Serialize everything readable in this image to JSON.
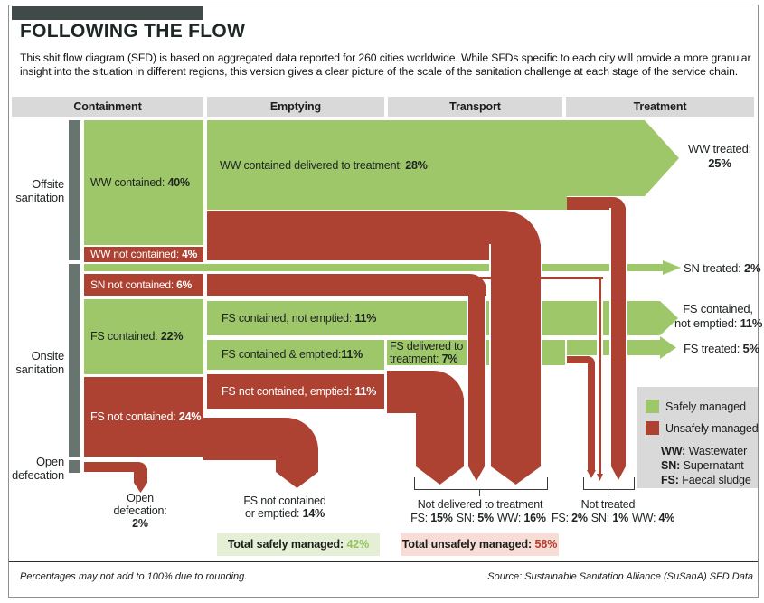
{
  "colors": {
    "green": "#9ec76a",
    "red": "#ad4132",
    "dark": "#404b49",
    "grey": "#d9d9d9",
    "sidebar": "#68746f",
    "safe_bg": "#e4efd5",
    "unsafe_bg": "#f7ddd6",
    "safe_val": "#94c45f",
    "unsafe_val": "#b63b2d",
    "ink": "#1e2422"
  },
  "header": {
    "title": "FOLLOWING THE FLOW",
    "intro": "This shit flow diagram (SFD) is based on aggregated data reported for 260 cities worldwide. While SFDs specific to each city will provide a more granular insight into the situation in different regions, this version gives a clear picture of the scale of the sanitation challenge at each stage of the service chain."
  },
  "columns": [
    "Containment",
    "Emptying",
    "Transport",
    "Treatment"
  ],
  "side": {
    "offsite": "Offsite sanitation",
    "onsite": "Onsite sanitation",
    "open": "Open defecation"
  },
  "labels": {
    "ww_contained": {
      "t": "WW contained: ",
      "v": "40%"
    },
    "ww_not_contained": {
      "t": "WW not contained: ",
      "v": "4%"
    },
    "sn_not_contained": {
      "t": "SN not contained: ",
      "v": "6%"
    },
    "fs_contained": {
      "t": "FS contained: ",
      "v": "22%"
    },
    "fs_not_contained": {
      "t": "FS not contained: ",
      "v": "24%"
    },
    "ww_delivered": {
      "t": "WW contained delivered to treatment: ",
      "v": "28%"
    },
    "fs_cne": {
      "t": "FS contained, not emptied: ",
      "v": "11%"
    },
    "fs_ce": {
      "t": "FS contained & emptied:",
      "v": "11%"
    },
    "fs_nce": {
      "t": "FS not contained, emptied: ",
      "v": "11%"
    },
    "fs_delivered": {
      "l1": "FS delivered to",
      "l2": "treatment: ",
      "v": "7%"
    },
    "ww_treated": {
      "l1": "WW treated:",
      "v": "25%"
    },
    "sn_treated": {
      "t": "SN treated: ",
      "v": "2%"
    },
    "fs_end": {
      "l1": "FS contained,",
      "l2": "not emptied: ",
      "v": "11%"
    },
    "fs_treated": {
      "t": "FS treated: ",
      "v": "5%"
    },
    "od": {
      "l1": "Open",
      "l2": "defecation:",
      "v": "2%"
    },
    "fs14": {
      "l1": "FS not contained",
      "l2": "or emptied: ",
      "v": "14%"
    },
    "not_delivered": {
      "title": "Not delivered to treatment",
      "p": [
        {
          "k": "FS: ",
          "v": "15%"
        },
        {
          "k": "SN: ",
          "v": "5%"
        },
        {
          "k": "WW: ",
          "v": "16%"
        }
      ]
    },
    "not_treated": {
      "title": "Not treated",
      "p": [
        {
          "k": "FS: ",
          "v": "2%"
        },
        {
          "k": "SN: ",
          "v": "1%"
        },
        {
          "k": "WW: ",
          "v": "4%"
        }
      ]
    }
  },
  "legend": {
    "safe": "Safely managed",
    "unsafe": "Unsafely managed",
    "defs": [
      {
        "k": "WW:",
        "v": " Wastewater"
      },
      {
        "k": "SN:",
        "v": " Supernatant"
      },
      {
        "k": "FS:",
        "v": " Faecal sludge"
      }
    ]
  },
  "totals": {
    "safe": {
      "label": "Total safely managed: ",
      "value": "42%"
    },
    "unsafe": {
      "label": "Total unsafely managed: ",
      "value": "58%"
    }
  },
  "footer": {
    "note": "Percentages may not add to 100% due to rounding.",
    "source": "Source: Sustainable Sanitation Alliance (SuSanA) SFD Data"
  },
  "chart_data": {
    "type": "sankey",
    "title": "FOLLOWING THE FLOW",
    "stages": [
      "Containment",
      "Emptying",
      "Transport",
      "Treatment"
    ],
    "sources": [
      "Offsite sanitation",
      "Onsite sanitation",
      "Open defecation"
    ],
    "flows": [
      {
        "stage": "Containment",
        "label": "WW contained",
        "value": 40,
        "status": "safely managed"
      },
      {
        "stage": "Containment",
        "label": "WW not contained",
        "value": 4,
        "status": "unsafely managed"
      },
      {
        "stage": "Containment",
        "label": "SN not contained",
        "value": 6,
        "status": "unsafely managed"
      },
      {
        "stage": "Containment",
        "label": "FS contained",
        "value": 22,
        "status": "safely managed"
      },
      {
        "stage": "Containment",
        "label": "FS not contained",
        "value": 24,
        "status": "unsafely managed"
      },
      {
        "stage": "Containment",
        "label": "Open defecation",
        "value": 2,
        "status": "unsafely managed"
      },
      {
        "stage": "Emptying",
        "label": "WW contained delivered to treatment",
        "value": 28,
        "status": "safely managed"
      },
      {
        "stage": "Emptying",
        "label": "FS contained, not emptied",
        "value": 11,
        "status": "safely managed"
      },
      {
        "stage": "Emptying",
        "label": "FS contained & emptied",
        "value": 11,
        "status": "safely managed"
      },
      {
        "stage": "Emptying",
        "label": "FS not contained, emptied",
        "value": 11,
        "status": "unsafely managed"
      },
      {
        "stage": "Emptying",
        "label": "FS not contained or emptied",
        "value": 14,
        "status": "unsafely managed"
      },
      {
        "stage": "Transport",
        "label": "FS delivered to treatment",
        "value": 7,
        "status": "safely managed"
      },
      {
        "stage": "Transport",
        "label": "Not delivered to treatment - FS",
        "value": 15,
        "status": "unsafely managed"
      },
      {
        "stage": "Transport",
        "label": "Not delivered to treatment - SN",
        "value": 5,
        "status": "unsafely managed"
      },
      {
        "stage": "Transport",
        "label": "Not delivered to treatment - WW",
        "value": 16,
        "status": "unsafely managed"
      },
      {
        "stage": "Treatment",
        "label": "WW treated",
        "value": 25,
        "status": "safely managed"
      },
      {
        "stage": "Treatment",
        "label": "SN treated",
        "value": 2,
        "status": "safely managed"
      },
      {
        "stage": "Treatment",
        "label": "FS contained, not emptied",
        "value": 11,
        "status": "safely managed"
      },
      {
        "stage": "Treatment",
        "label": "FS treated",
        "value": 5,
        "status": "safely managed"
      },
      {
        "stage": "Treatment",
        "label": "Not treated - FS",
        "value": 2,
        "status": "unsafely managed"
      },
      {
        "stage": "Treatment",
        "label": "Not treated - SN",
        "value": 1,
        "status": "unsafely managed"
      },
      {
        "stage": "Treatment",
        "label": "Not treated - WW",
        "value": 4,
        "status": "unsafely managed"
      }
    ],
    "totals": {
      "safely_managed": 42,
      "unsafely_managed": 58
    },
    "abbreviations": {
      "WW": "Wastewater",
      "SN": "Supernatant",
      "FS": "Faecal sludge"
    },
    "legend_position": "right",
    "footnote": "Percentages may not add to 100% due to rounding.",
    "source": "Source: Sustainable Sanitation Alliance (SuSanA) SFD Data"
  }
}
